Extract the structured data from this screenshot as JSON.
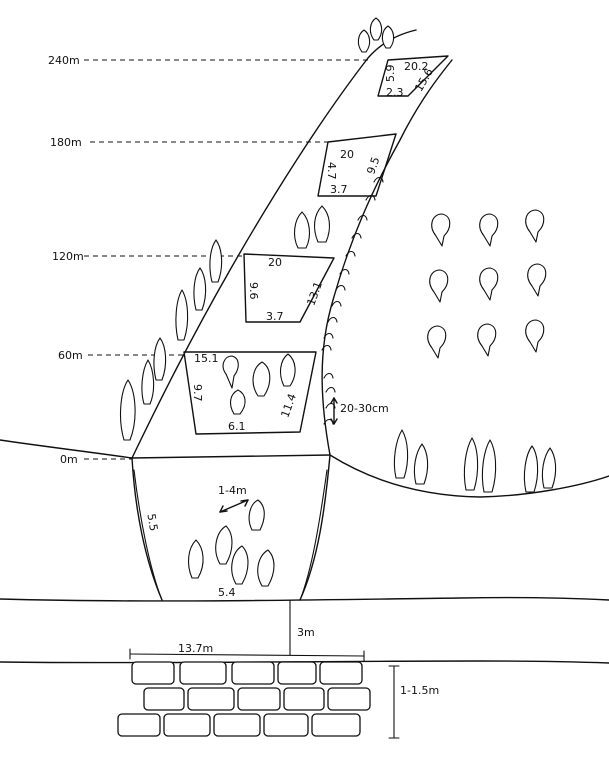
{
  "altitudes": [
    "240m",
    "180m",
    "120m",
    "60m",
    "0m"
  ],
  "sections": [
    {
      "top": "20.2",
      "left": "5.9",
      "right": "15.6",
      "bottom": "2.3"
    },
    {
      "top": "20",
      "left": "4.7",
      "right": "9.5",
      "bottom": "3.7"
    },
    {
      "top": "20",
      "left": "9.6",
      "right": "13.1",
      "bottom": "3.7"
    },
    {
      "top": "15.1",
      "left": "9.7",
      "right": "11.4",
      "bottom": "6.1"
    }
  ],
  "base_section": {
    "left": "5.5",
    "bottom": "5.4"
  },
  "annotations": {
    "tree_spacing": "1-4m",
    "root_depth": "20-30cm",
    "road_gap": "3m",
    "wall_length": "13.7m",
    "wall_height": "1-1.5m"
  }
}
